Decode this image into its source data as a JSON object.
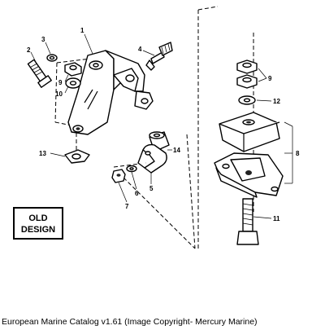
{
  "diagram": {
    "callouts": [
      "1",
      "2",
      "3",
      "4",
      "5",
      "6",
      "7",
      "8",
      "9",
      "9",
      "10",
      "11",
      "12",
      "13",
      "14"
    ],
    "box_label_line1": "OLD",
    "box_label_line2": "DESIGN"
  },
  "caption": "European Marine Catalog v1.61 (Image Copyright- Mercury Marine)"
}
